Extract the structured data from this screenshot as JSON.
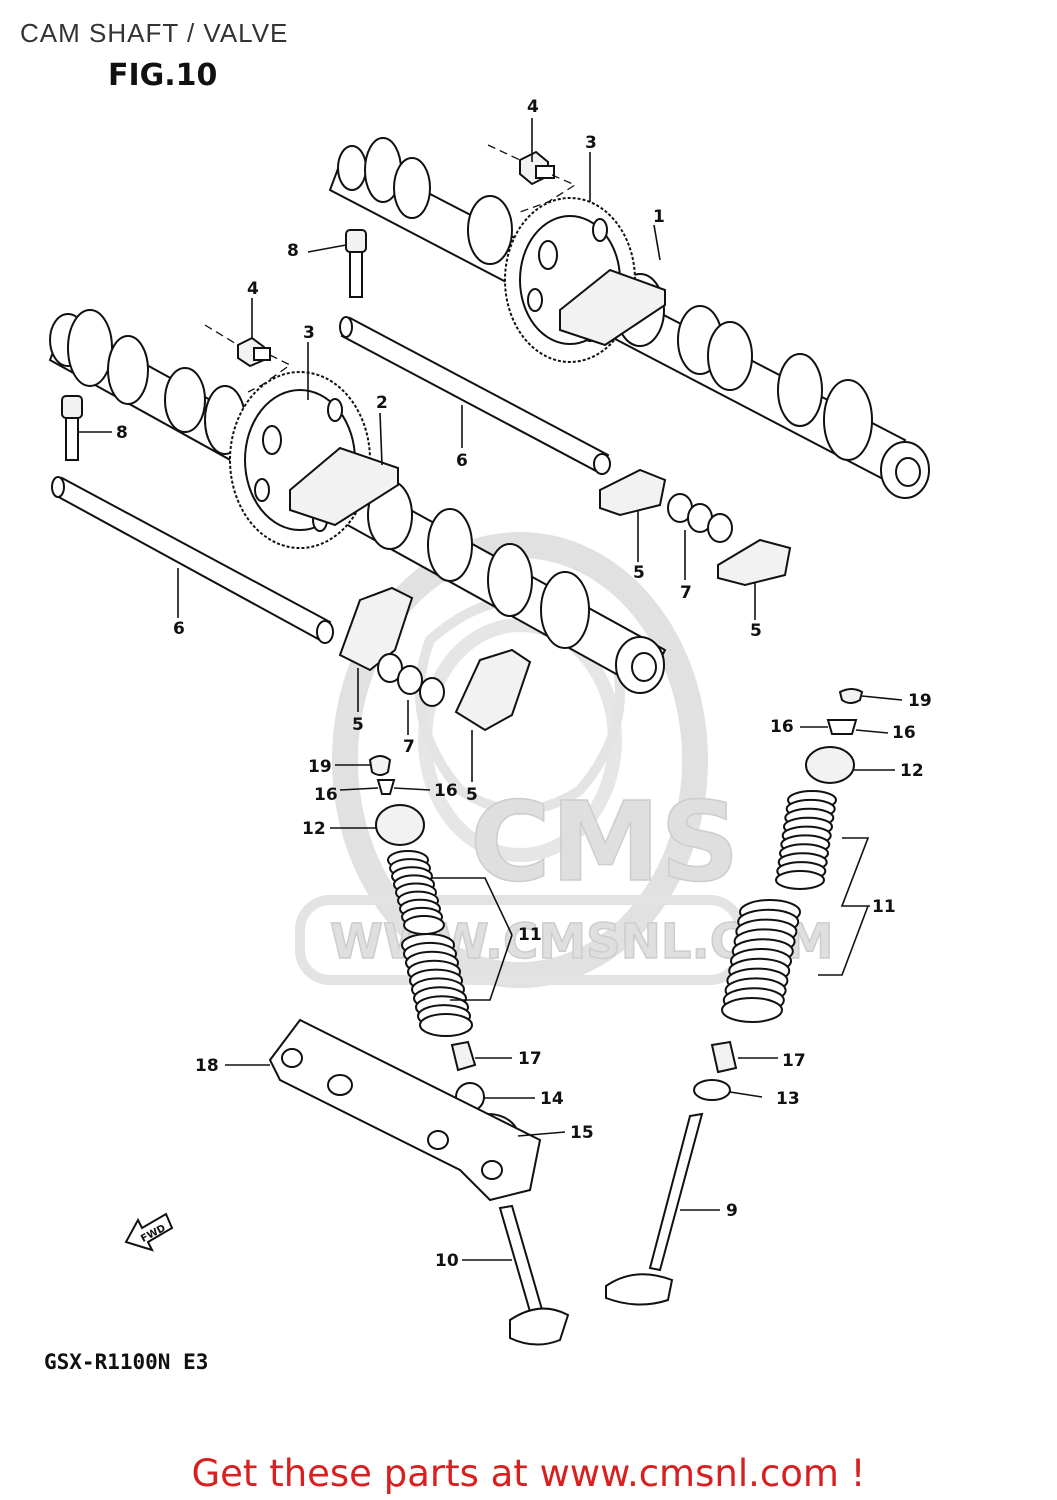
{
  "header": {
    "title": "CAM SHAFT / VALVE"
  },
  "figure": {
    "label": "FIG.10",
    "model": "GSX-R1100N E3"
  },
  "watermark": {
    "brand": "CMS",
    "url": "WWW.CMSNL.COM"
  },
  "fwd_arrow": {
    "label": "FWD"
  },
  "callouts": [
    {
      "id": "c1",
      "number": "1"
    },
    {
      "id": "c2",
      "number": "2"
    },
    {
      "id": "c3a",
      "number": "3"
    },
    {
      "id": "c3b",
      "number": "3"
    },
    {
      "id": "c4a",
      "number": "4"
    },
    {
      "id": "c4b",
      "number": "4"
    },
    {
      "id": "c5a",
      "number": "5"
    },
    {
      "id": "c5b",
      "number": "5"
    },
    {
      "id": "c5c",
      "number": "5"
    },
    {
      "id": "c5d",
      "number": "5"
    },
    {
      "id": "c6a",
      "number": "6"
    },
    {
      "id": "c6b",
      "number": "6"
    },
    {
      "id": "c7a",
      "number": "7"
    },
    {
      "id": "c7b",
      "number": "7"
    },
    {
      "id": "c8a",
      "number": "8"
    },
    {
      "id": "c8b",
      "number": "8"
    },
    {
      "id": "c9",
      "number": "9"
    },
    {
      "id": "c10",
      "number": "10"
    },
    {
      "id": "c11a",
      "number": "11"
    },
    {
      "id": "c11b",
      "number": "11"
    },
    {
      "id": "c12a",
      "number": "12"
    },
    {
      "id": "c12b",
      "number": "12"
    },
    {
      "id": "c13",
      "number": "13"
    },
    {
      "id": "c14",
      "number": "14"
    },
    {
      "id": "c15",
      "number": "15"
    },
    {
      "id": "c16a",
      "number": "16"
    },
    {
      "id": "c16b",
      "number": "16"
    },
    {
      "id": "c16c",
      "number": "16"
    },
    {
      "id": "c16d",
      "number": "16"
    },
    {
      "id": "c17a",
      "number": "17"
    },
    {
      "id": "c17b",
      "number": "17"
    },
    {
      "id": "c18",
      "number": "18"
    },
    {
      "id": "c19a",
      "number": "19"
    },
    {
      "id": "c19b",
      "number": "19"
    }
  ],
  "footer": {
    "cta": "Get these parts at www.cmsnl.com !"
  }
}
